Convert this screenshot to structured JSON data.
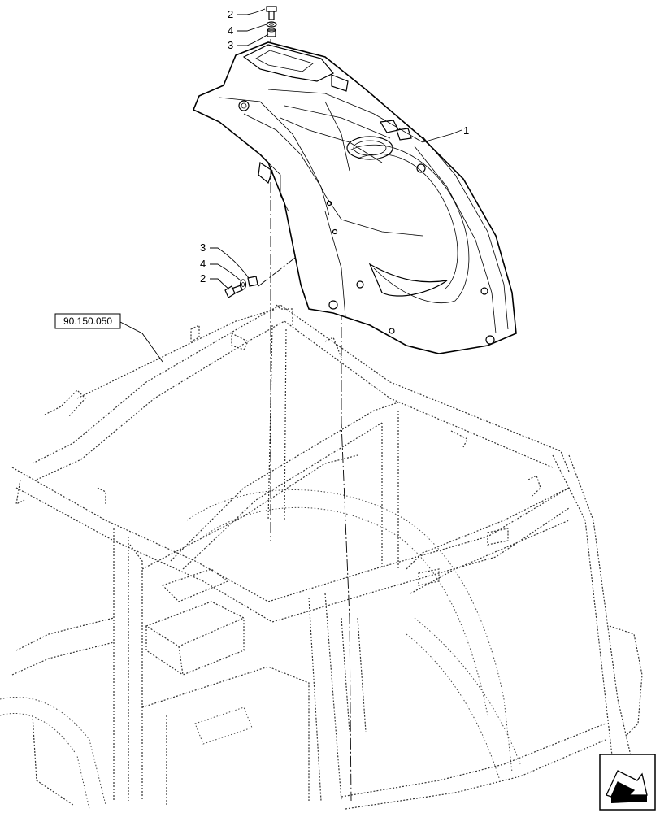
{
  "callouts": {
    "top_bolt": "2",
    "top_washer": "4",
    "top_spacer": "3",
    "panel": "1",
    "side_spacer": "3",
    "side_washer": "4",
    "side_bolt": "2"
  },
  "reference_box": "90.150.050",
  "nav_icon": "next-page-arrow-icon"
}
